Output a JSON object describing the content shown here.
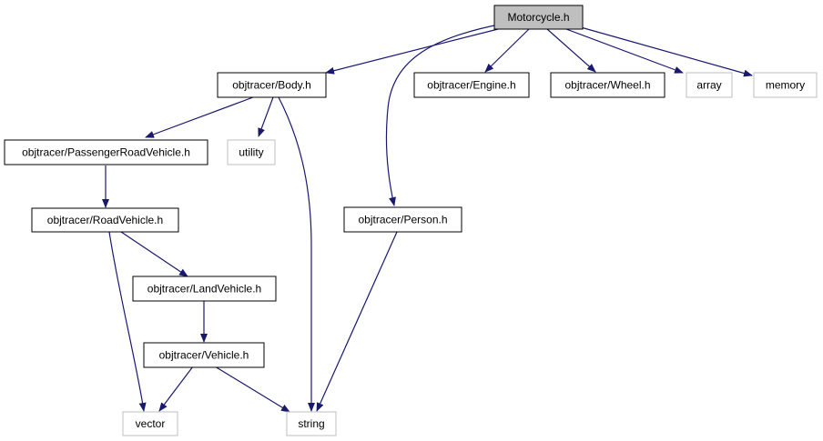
{
  "colors": {
    "edge": "#191970",
    "node_border": "#000000",
    "external_border": "#bfbfbf",
    "root_fill": "#bfbfbf",
    "node_fill": "#ffffff",
    "text": "#000000"
  },
  "nodes": {
    "motorcycle": {
      "label": "Motorcycle.h",
      "kind": "root"
    },
    "body": {
      "label": "objtracer/Body.h",
      "kind": "internal"
    },
    "engine": {
      "label": "objtracer/Engine.h",
      "kind": "internal"
    },
    "wheel": {
      "label": "objtracer/Wheel.h",
      "kind": "internal"
    },
    "array": {
      "label": "array",
      "kind": "external"
    },
    "memory": {
      "label": "memory",
      "kind": "external"
    },
    "passenger": {
      "label": "objtracer/PassengerRoadVehicle.h",
      "kind": "internal"
    },
    "utility": {
      "label": "utility",
      "kind": "external"
    },
    "person": {
      "label": "objtracer/Person.h",
      "kind": "internal"
    },
    "road": {
      "label": "objtracer/RoadVehicle.h",
      "kind": "internal"
    },
    "land": {
      "label": "objtracer/LandVehicle.h",
      "kind": "internal"
    },
    "vehicle": {
      "label": "objtracer/Vehicle.h",
      "kind": "internal"
    },
    "vector": {
      "label": "vector",
      "kind": "external"
    },
    "string": {
      "label": "string",
      "kind": "external"
    }
  },
  "edges": [
    [
      "motorcycle",
      "body"
    ],
    [
      "motorcycle",
      "engine"
    ],
    [
      "motorcycle",
      "wheel"
    ],
    [
      "motorcycle",
      "array"
    ],
    [
      "motorcycle",
      "memory"
    ],
    [
      "motorcycle",
      "person"
    ],
    [
      "body",
      "passenger"
    ],
    [
      "body",
      "utility"
    ],
    [
      "body",
      "string"
    ],
    [
      "passenger",
      "road"
    ],
    [
      "road",
      "land"
    ],
    [
      "road",
      "vector"
    ],
    [
      "land",
      "vehicle"
    ],
    [
      "vehicle",
      "vector"
    ],
    [
      "vehicle",
      "string"
    ],
    [
      "person",
      "string"
    ]
  ]
}
